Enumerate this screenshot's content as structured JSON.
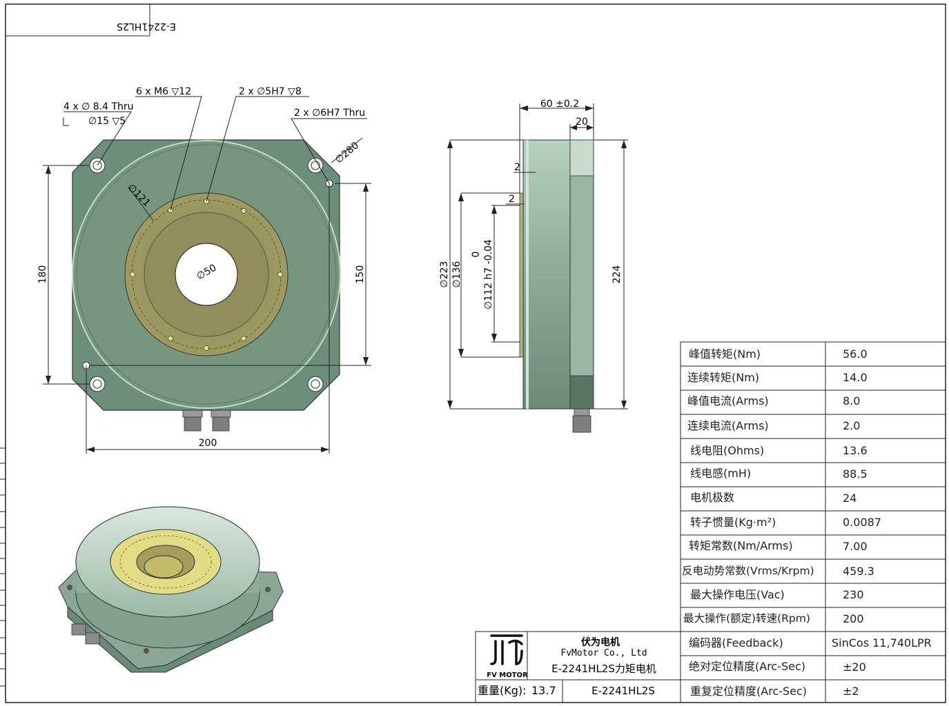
{
  "drawing": {
    "corner_code": "E-2241HL2S",
    "front_view": {
      "holes_callout_1": "4 x ∅ 8.4 Thru",
      "holes_callout_1b": "∅15 ▽5",
      "holes_callout_2": "6 x M6 ▽12",
      "holes_callout_3": "2 x ∅5H7 ▽8",
      "holes_callout_4": "2 x ∅6H7 Thru",
      "dia_280": "∅280",
      "dia_121": "∅121",
      "dia_50": "∅50",
      "dim_180": "180",
      "dim_150": "150",
      "dim_200": "200"
    },
    "side_view": {
      "dim_60": "60 ±0.2",
      "dim_20": "20",
      "dim_2a": "2",
      "dim_2b": "2",
      "dia_223": "∅223",
      "dia_136": "∅136",
      "dia_112": "∅112 h7 -0.04",
      "dia_112_upper": "0",
      "dim_224": "224"
    }
  },
  "specs": [
    {
      "label": "峰值转矩(Nm)",
      "value": "56.0"
    },
    {
      "label": "连续转矩(Nm)",
      "value": "14.0"
    },
    {
      "label": "峰值电流(Arms)",
      "value": "8.0"
    },
    {
      "label": "连续电流(Arms)",
      "value": "2.0"
    },
    {
      "label": "线电阻(Ohms)",
      "value": "13.6"
    },
    {
      "label": "线电感(mH)",
      "value": "88.5"
    },
    {
      "label": "电机极数",
      "value": "24"
    },
    {
      "label": "转子惯量(Kg·m²)",
      "value": "0.0087"
    },
    {
      "label": "转矩常数(Nm/Arms)",
      "value": "7.00"
    },
    {
      "label": "反电动势常数(Vrms/Krpm)",
      "value": "459.3"
    },
    {
      "label": "最大操作电压(Vac)",
      "value": "230"
    },
    {
      "label": "最大操作(额定)转速(Rpm)",
      "value": "200"
    },
    {
      "label": "编码器(Feedback)",
      "value": "SinCos 11,740LPR"
    },
    {
      "label": "绝对定位精度(Arc-Sec)",
      "value": "±20"
    },
    {
      "label": "重复定位精度(Arc-Sec)",
      "value": "±2"
    }
  ],
  "title_block": {
    "company_cn": "伏为电机",
    "company_en": "FvMotor Co., Ltd",
    "product_name": "E-2241HL2S力矩电机",
    "logo_text": "FV MOTOR",
    "weight_label": "重量(Kg):",
    "weight_value": "13.7",
    "model": "E-2241HL2S"
  },
  "colors": {
    "body": "#6f8f7b",
    "body_light": "#a9c3b2",
    "ring": "#9a9460",
    "ring_light": "#d9d27a",
    "line": "#222222"
  }
}
